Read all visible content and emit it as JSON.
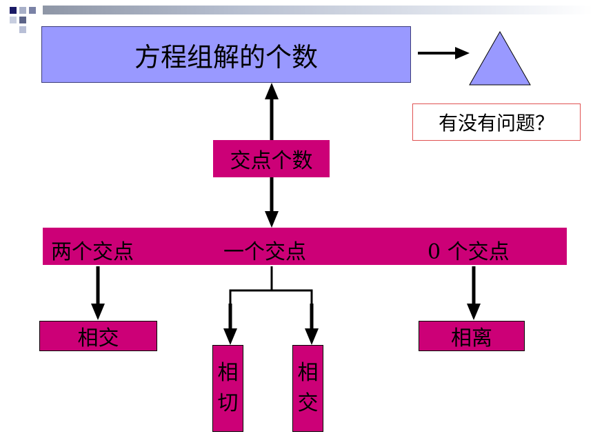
{
  "title": "方程组解的个数",
  "question": "有没有问题？",
  "intersection_count": "交点个数",
  "cases": {
    "two": "两个交点",
    "one": "一个交点",
    "zero": "0 个交点"
  },
  "results": {
    "intersect_left": "相交",
    "tangent": "相切",
    "intersect_mid": "相交",
    "separate": "相离"
  },
  "colors": {
    "title_fill": "#9999ff",
    "box_fill": "#cc0077",
    "triangle_fill": "#9999ff",
    "question_border": "#e05050"
  }
}
